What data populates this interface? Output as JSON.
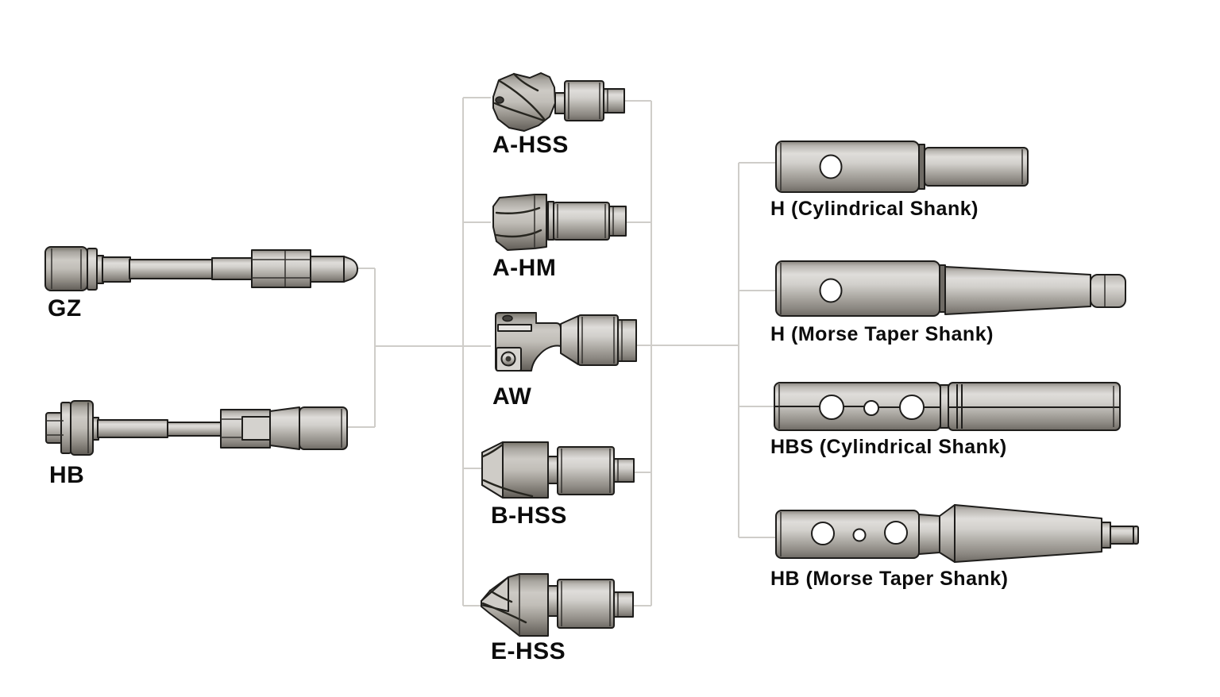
{
  "page": {
    "background": "#ffffff"
  },
  "diagram": {
    "line_color": "#cfcdc9",
    "label_color": "#0c0c0c",
    "metal_color": "#aeaba5",
    "outline_color": "#1e1d1b",
    "left_group": {
      "items": [
        {
          "id": "gz",
          "label": "GZ",
          "icon": "gz-pilot-arbor-drawing"
        },
        {
          "id": "hb",
          "label": "HB",
          "icon": "hb-pilot-arbor-drawing"
        }
      ]
    },
    "middle_group": {
      "items": [
        {
          "id": "a-hss",
          "label": "A-HSS",
          "icon": "shell-end-mill-hss-drawing"
        },
        {
          "id": "a-hm",
          "label": "A-HM",
          "icon": "shell-end-mill-carbide-drawing"
        },
        {
          "id": "aw",
          "label": "AW",
          "icon": "indexable-insert-cutter-drawing"
        },
        {
          "id": "b-hss",
          "label": "B-HSS",
          "icon": "flat-countersink-hss-drawing"
        },
        {
          "id": "e-hss",
          "label": "E-HSS",
          "icon": "pointed-countersink-hss-drawing"
        }
      ]
    },
    "right_group": {
      "items": [
        {
          "id": "h-cyl",
          "label": "H (Cylindrical Shank)",
          "icon": "arbor-cylindrical-shank-drawing"
        },
        {
          "id": "h-morse",
          "label": "H (Morse Taper Shank)",
          "icon": "arbor-morse-taper-shank-drawing"
        },
        {
          "id": "hbs-cyl",
          "label": "HBS (Cylindrical Shank)",
          "icon": "arbor-hbs-cylindrical-shank-drawing"
        },
        {
          "id": "hb-morse",
          "label": "HB (Morse Taper Shank)",
          "icon": "arbor-hb-morse-taper-shank-drawing"
        }
      ]
    }
  }
}
